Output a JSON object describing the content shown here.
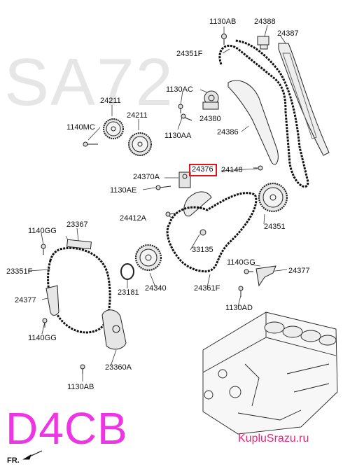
{
  "watermark": "SA72",
  "model_code": "D4CB",
  "site": "KupluSrazu.ru",
  "direction_label": "FR.",
  "highlighted_part": "24376",
  "colors": {
    "model": "#ee34e4",
    "site": "#e8247a",
    "highlight": "#e0141c",
    "watermark": "#e6e6e6"
  },
  "parts": [
    {
      "id": "p1130AB_top",
      "label": "1130AB"
    },
    {
      "id": "p24388",
      "label": "24388"
    },
    {
      "id": "p24387",
      "label": "24387"
    },
    {
      "id": "p24351F",
      "label": "24351F"
    },
    {
      "id": "p1130AC",
      "label": "1130AC"
    },
    {
      "id": "p24211a",
      "label": "24211"
    },
    {
      "id": "p24211b",
      "label": "24211"
    },
    {
      "id": "p24380",
      "label": "24380"
    },
    {
      "id": "p1140MC",
      "label": "1140MC"
    },
    {
      "id": "p1130AA",
      "label": "1130AA"
    },
    {
      "id": "p24386",
      "label": "24386"
    },
    {
      "id": "p24370A",
      "label": "24370A"
    },
    {
      "id": "p24376",
      "label": "24376"
    },
    {
      "id": "p24148",
      "label": "24148"
    },
    {
      "id": "p1130AE",
      "label": "1130AE"
    },
    {
      "id": "p24412A",
      "label": "24412A"
    },
    {
      "id": "p24351",
      "label": "24351"
    },
    {
      "id": "p1140GG_a",
      "label": "1140GG"
    },
    {
      "id": "p23367",
      "label": "23367"
    },
    {
      "id": "p33135",
      "label": "33135"
    },
    {
      "id": "p23351F",
      "label": "23351F"
    },
    {
      "id": "p1140GG_b",
      "label": "1140GG"
    },
    {
      "id": "p24377a",
      "label": "24377"
    },
    {
      "id": "p23181",
      "label": "23181"
    },
    {
      "id": "p24340",
      "label": "24340"
    },
    {
      "id": "p24361F",
      "label": "24361F"
    },
    {
      "id": "p24377b",
      "label": "24377"
    },
    {
      "id": "p1130AD",
      "label": "1130AD"
    },
    {
      "id": "p1140GG_c",
      "label": "1140GG"
    },
    {
      "id": "p23360A",
      "label": "23360A"
    },
    {
      "id": "p1130AB_bottom",
      "label": "1130AB"
    }
  ]
}
